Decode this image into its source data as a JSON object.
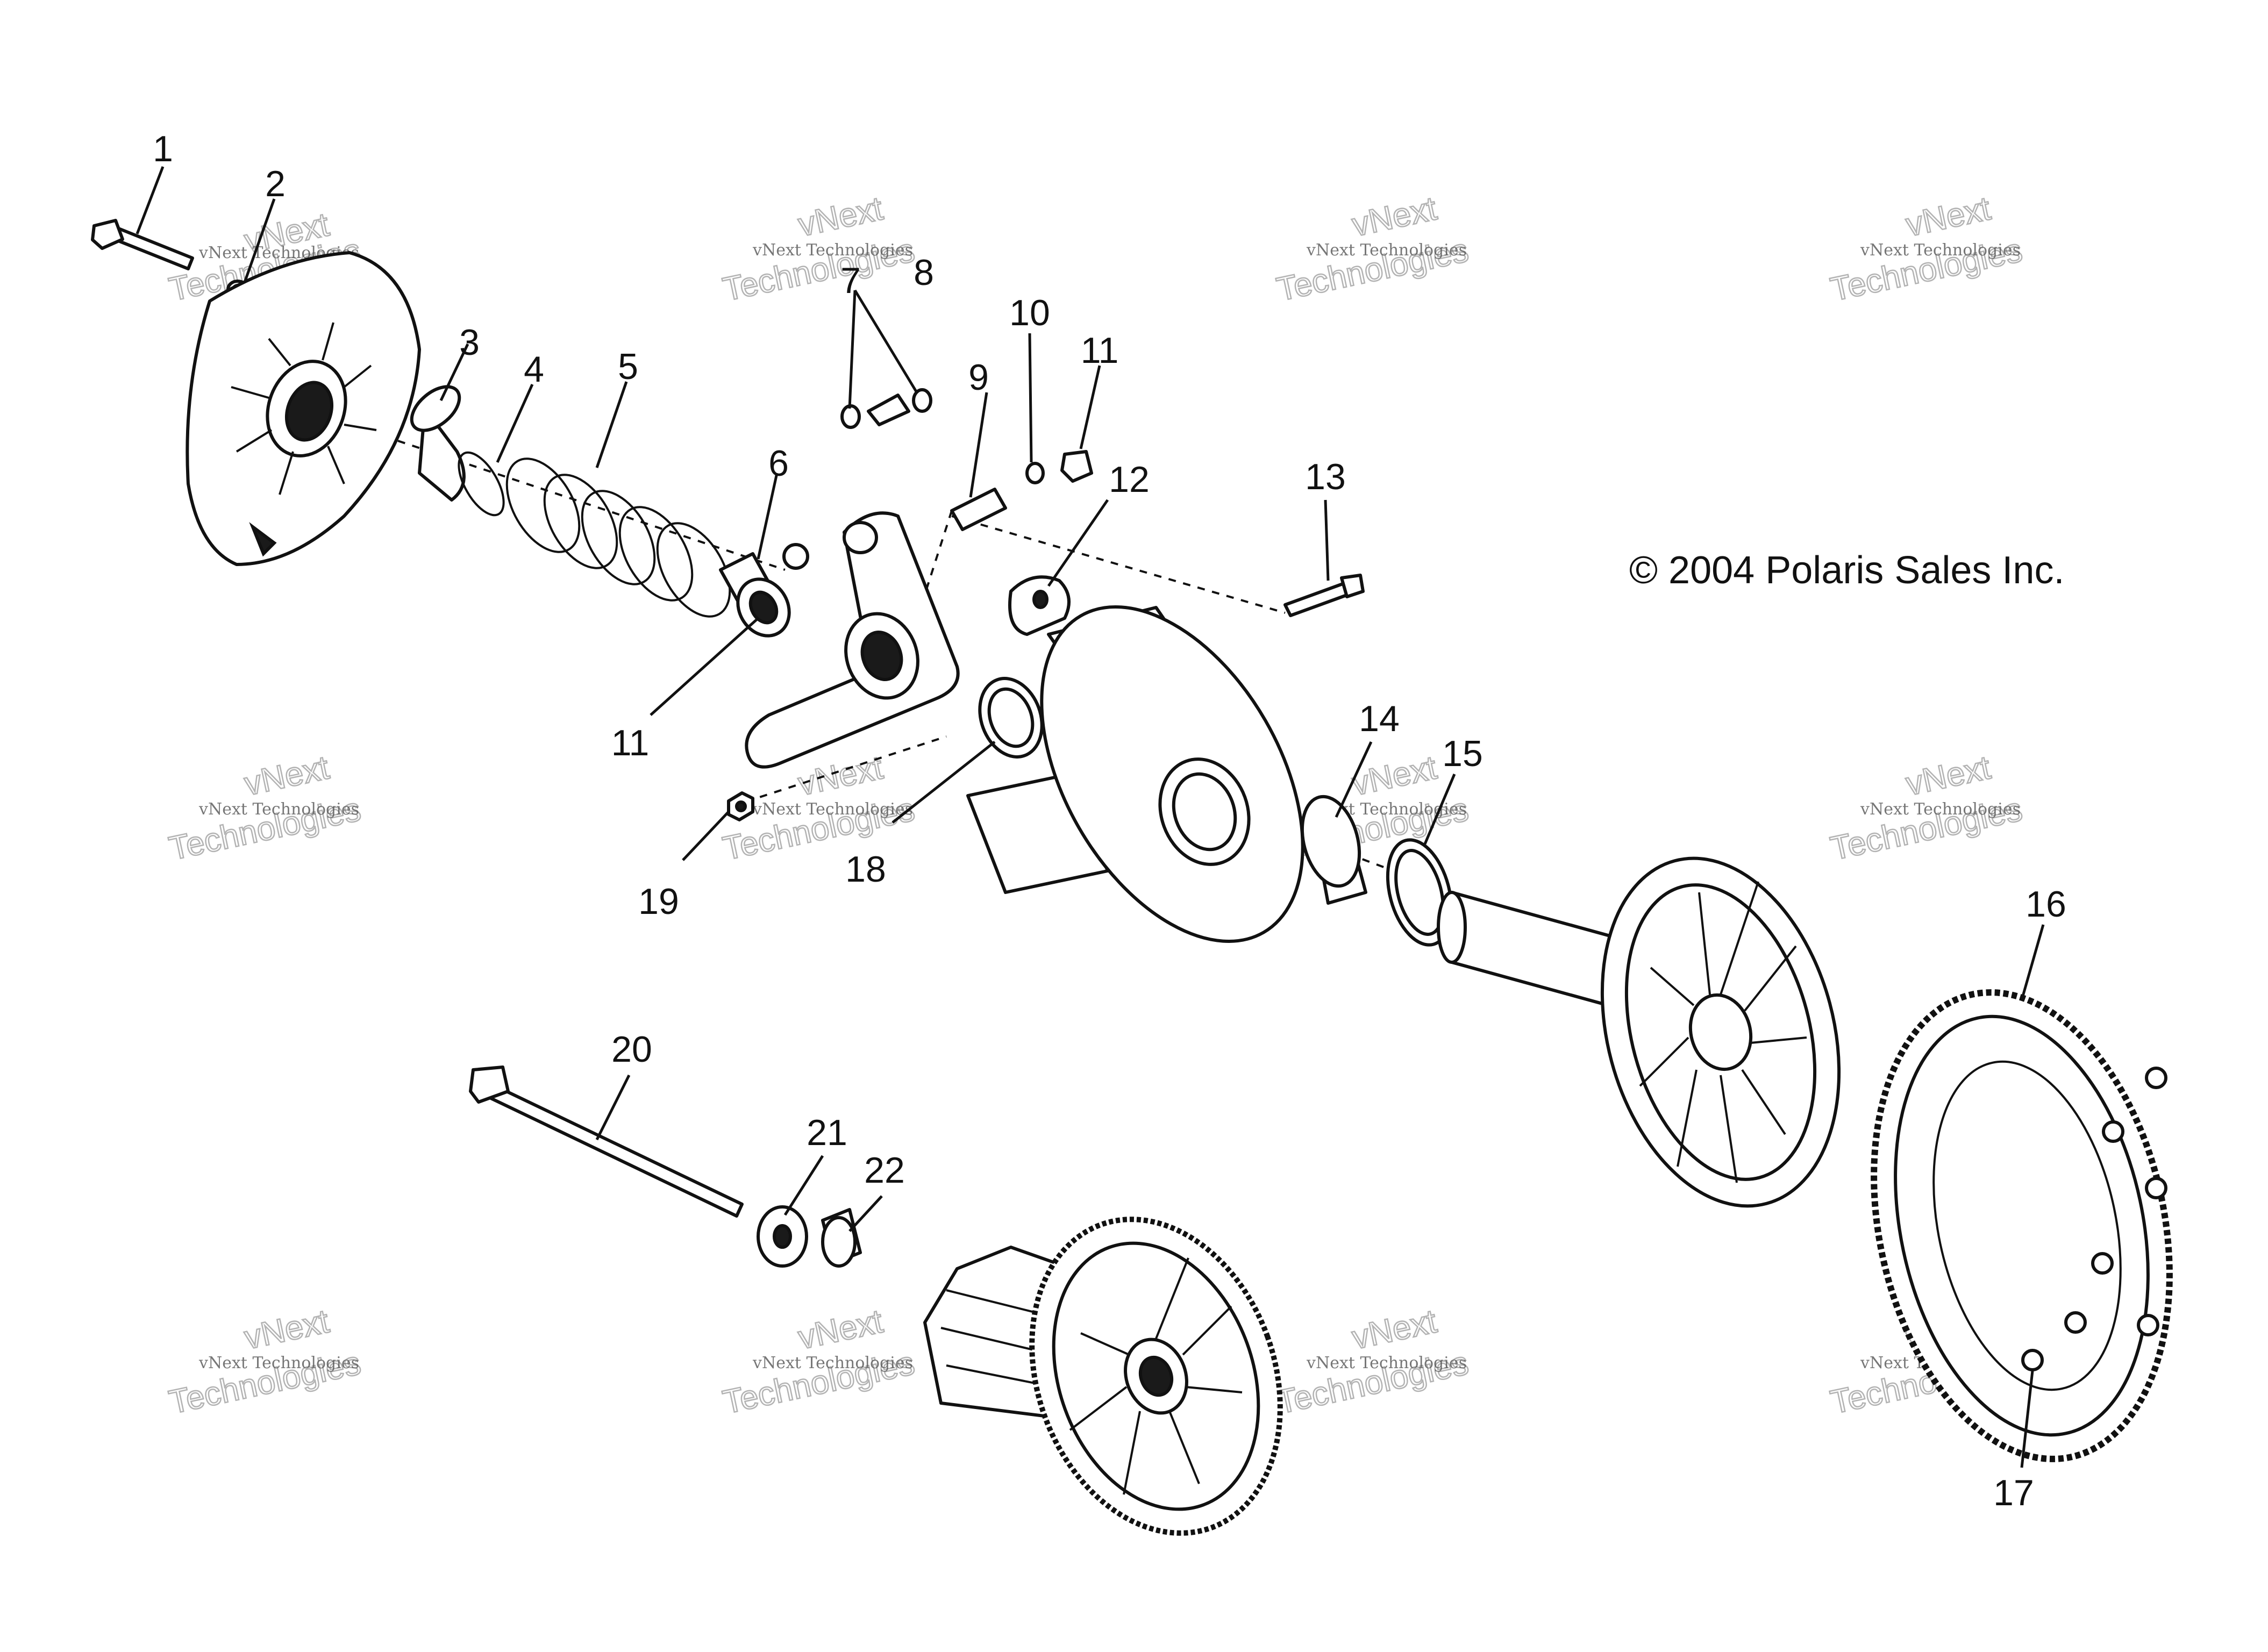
{
  "copyright": "© 2004 Polaris Sales Inc.",
  "watermark": {
    "line1": "vNext Technologies",
    "top": "vNext",
    "bottom": "Technologies"
  },
  "callouts": [
    "1",
    "2",
    "3",
    "4",
    "5",
    "6",
    "7",
    "8",
    "9",
    "10",
    "11",
    "11",
    "12",
    "13",
    "14",
    "15",
    "16",
    "17",
    "18",
    "19",
    "20",
    "21",
    "22"
  ]
}
